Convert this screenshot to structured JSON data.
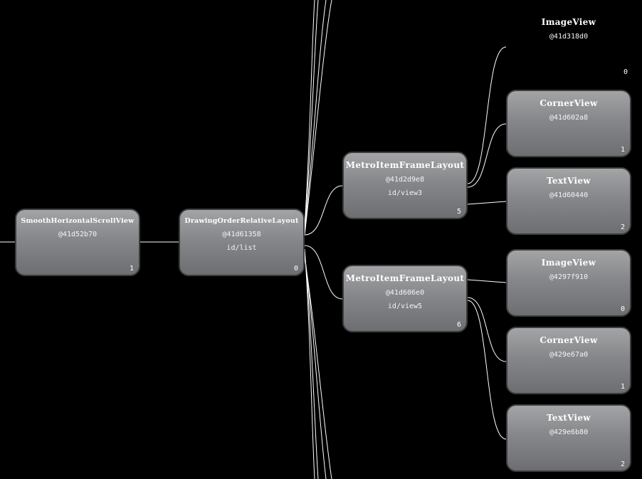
{
  "colors": {
    "background": "#000000",
    "wire": "#ffffff",
    "node_top": "#a2a4a6",
    "node_bottom": "#6c6e71",
    "node_border": "#3c3c3c"
  },
  "nodes": {
    "scroll_view": {
      "class_name": "SmoothHorizontalScrollView",
      "hash": "@41d52b70",
      "id": "",
      "index": "1"
    },
    "drawing_order": {
      "class_name": "DrawingOrderRelativeLayout",
      "hash": "@41d61358",
      "id": "id/list",
      "index": "0"
    },
    "metro_view3": {
      "class_name": "MetroItemFrameLayout",
      "hash": "@41d2d9e8",
      "id": "id/view3",
      "index": "5"
    },
    "metro_view5": {
      "class_name": "MetroItemFrameLayout",
      "hash": "@41d606e0",
      "id": "id/view5",
      "index": "6"
    },
    "image_view_a": {
      "class_name": "ImageView",
      "hash": "@41d318d0",
      "index": "0"
    },
    "corner_view_a": {
      "class_name": "CornerView",
      "hash": "@41d602a8",
      "index": "1"
    },
    "text_view_a": {
      "class_name": "TextView",
      "hash": "@41d60440",
      "index": "2"
    },
    "image_view_b": {
      "class_name": "ImageView",
      "hash": "@4297f910",
      "index": "0"
    },
    "corner_view_b": {
      "class_name": "CornerView",
      "hash": "@429e67a0",
      "index": "1"
    },
    "text_view_b": {
      "class_name": "TextView",
      "hash": "@429e6b80",
      "index": "2"
    }
  }
}
